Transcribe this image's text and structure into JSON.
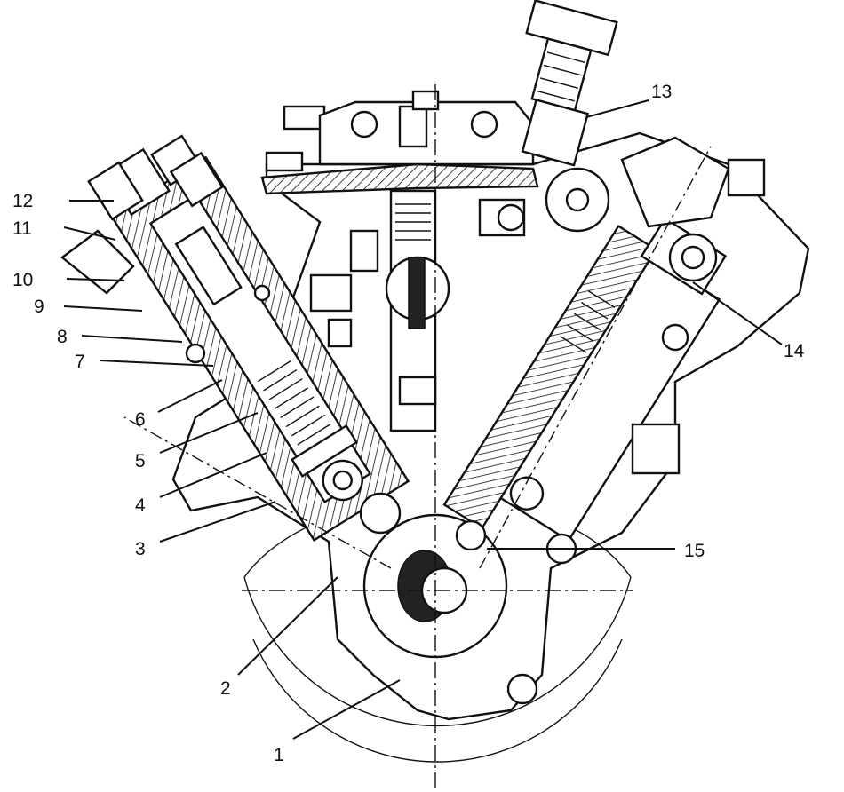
{
  "figure": {
    "callouts": [
      {
        "id": "c1",
        "text": "1"
      },
      {
        "id": "c2",
        "text": "2"
      },
      {
        "id": "c3",
        "text": "3"
      },
      {
        "id": "c4",
        "text": "4"
      },
      {
        "id": "c5",
        "text": "5"
      },
      {
        "id": "c6",
        "text": "6"
      },
      {
        "id": "c7",
        "text": "7"
      },
      {
        "id": "c8",
        "text": "8"
      },
      {
        "id": "c9",
        "text": "9"
      },
      {
        "id": "c10",
        "text": "10"
      },
      {
        "id": "c11",
        "text": "11"
      },
      {
        "id": "c12",
        "text": "12"
      },
      {
        "id": "c13",
        "text": "13"
      },
      {
        "id": "c14",
        "text": "14"
      },
      {
        "id": "c15",
        "text": "15"
      }
    ]
  }
}
